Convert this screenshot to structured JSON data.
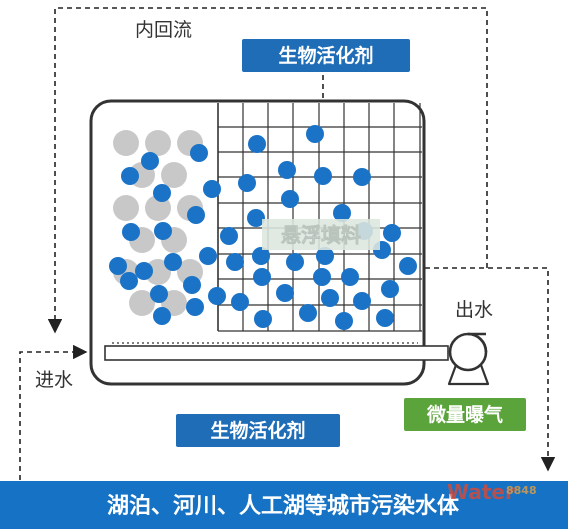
{
  "labels": {
    "internal_reflux": "内回流",
    "top_agent": "生物活化剂",
    "suspended_filler": "悬浮填料",
    "outlet": "出水",
    "inlet": "进水",
    "micro_aeration": "微量曝气",
    "bottom_agent": "生物活化剂"
  },
  "banner": {
    "text": "湖泊、河川、人工湖等城市污染水体"
  },
  "watermark": {
    "brand": "Water",
    "number": "8848"
  },
  "colors": {
    "agent_box": "#1e6db6",
    "aeration_box": "#5ba33b",
    "banner": "#1672c4",
    "blue_dot": "#1a73c6",
    "grey_media": "#c8c8c8",
    "tank_stroke": "#333333"
  },
  "icons": {
    "pump": "pump-icon",
    "arrow": "arrowhead-icon"
  }
}
